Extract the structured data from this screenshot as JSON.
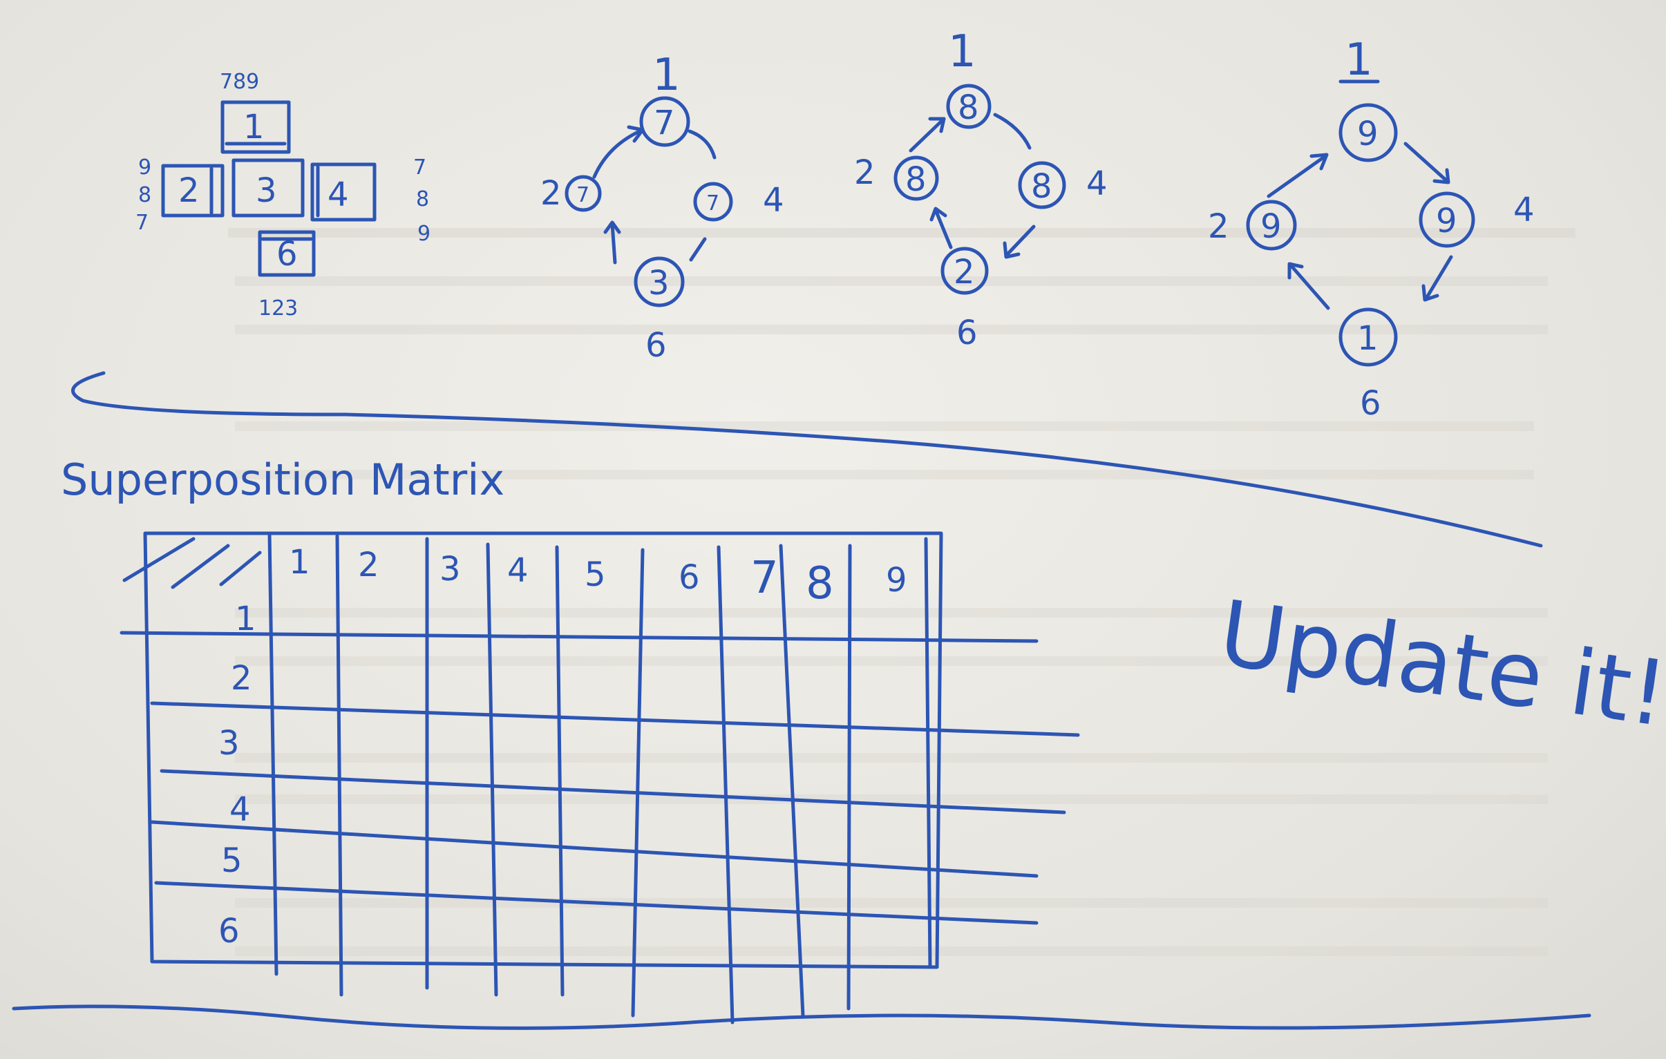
{
  "tiles": {
    "top": "1",
    "left": "2",
    "center": "3",
    "right": "4",
    "bottom": "6",
    "top_neighbors": "789",
    "bottom_neighbors": "123",
    "left_neighbors": [
      "9",
      "8",
      "7"
    ],
    "right_neighbors": [
      "7",
      "8",
      "9"
    ]
  },
  "trees": [
    {
      "root_label": "1",
      "root": "7",
      "left_label": "2",
      "left": "7",
      "right": "7",
      "right_label": "4",
      "child": "3",
      "child_label": "6"
    },
    {
      "root_label": "1",
      "root": "8",
      "left_label": "2",
      "left": "8",
      "right": "8",
      "right_label": "4",
      "child": "2",
      "child_label": "6"
    },
    {
      "root_label": "1",
      "root": "9",
      "left_label": "2",
      "left": "9",
      "right": "9",
      "right_label": "4",
      "child": "1",
      "child_label": "6"
    }
  ],
  "matrix": {
    "title": "Superposition Matrix",
    "columns": [
      "1",
      "2",
      "3",
      "4",
      "5",
      "6",
      "7",
      "8",
      "9"
    ],
    "rows": [
      "1",
      "2",
      "3",
      "4",
      "5",
      "6"
    ]
  },
  "note": "Update it!"
}
